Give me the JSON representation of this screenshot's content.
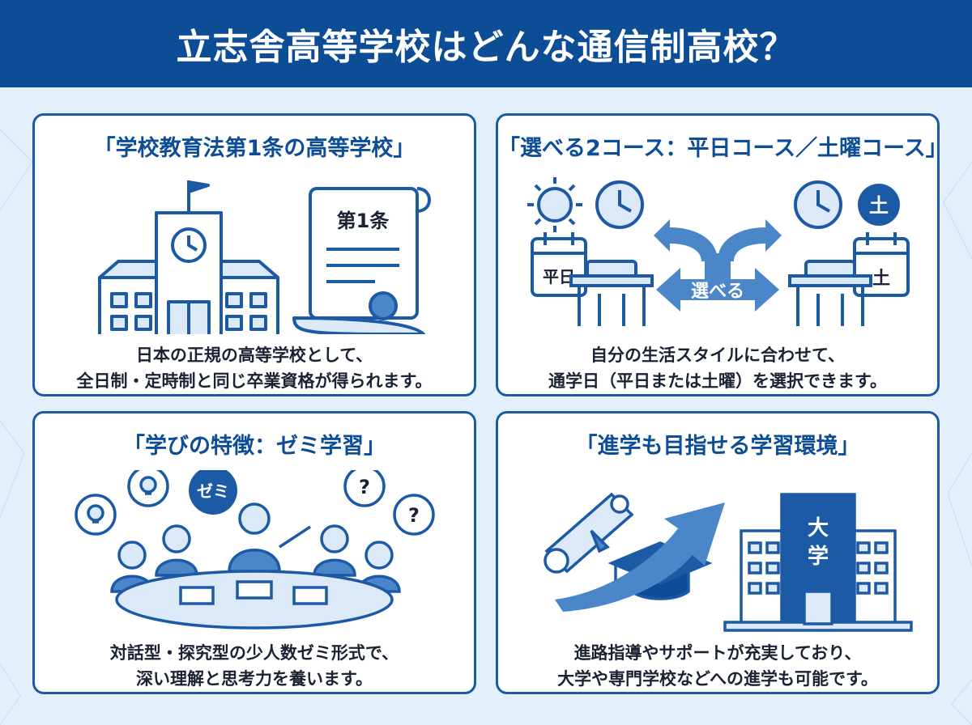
{
  "header": {
    "title": "立志舎高等学校はどんな通信制高校？"
  },
  "cards": [
    {
      "title": "「学校教育法第1条の高等学校」",
      "illustration": {
        "scroll_label": "第1条",
        "icons": [
          "school-building-icon",
          "certificate-scroll-icon"
        ]
      },
      "description": [
        "日本の正規の高等学校として、",
        "全日制・定時制と同じ卒業資格が得られます。"
      ]
    },
    {
      "title": "「選べる2コース：平日コース／土曜コース」",
      "illustration": {
        "weekday_label": "平日",
        "saturday_badge": "土",
        "saturday_calendar": "土",
        "choice_label": "選べる",
        "icons": [
          "sun-icon",
          "clock-icon",
          "calendar-icon",
          "desk-icon",
          "arrow-icon",
          "saturday-badge-icon"
        ]
      },
      "description": [
        "自分の生活スタイルに合わせて、",
        "通学日（平日または土曜）を選択できます。"
      ]
    },
    {
      "title": "「学びの特徴：ゼミ学習」",
      "illustration": {
        "seminar_bubble": "ゼミ",
        "question_mark": "?",
        "icons": [
          "lightbulb-icon",
          "question-bubble-icon",
          "teacher-icon",
          "student-icon",
          "round-table-icon"
        ]
      },
      "description": [
        "対話型・探究型の少人数ゼミ形式で、",
        "深い理解と思考力を養います。"
      ]
    },
    {
      "title": "「進学も目指せる学習環境」",
      "illustration": {
        "university_label": "大学",
        "icons": [
          "diploma-icon",
          "graduation-cap-icon",
          "up-arrow-icon",
          "university-building-icon"
        ]
      },
      "description": [
        "進路指導やサポートが充実しており、",
        "大学や専門学校などへの進学も可能です。"
      ]
    }
  ],
  "colors": {
    "header_bg": "#0d4d96",
    "accent": "#1c5aa6",
    "light_blue": "#dbe9f8",
    "mid_blue": "#4a86c8",
    "page_bg": "#e3f0fb"
  }
}
